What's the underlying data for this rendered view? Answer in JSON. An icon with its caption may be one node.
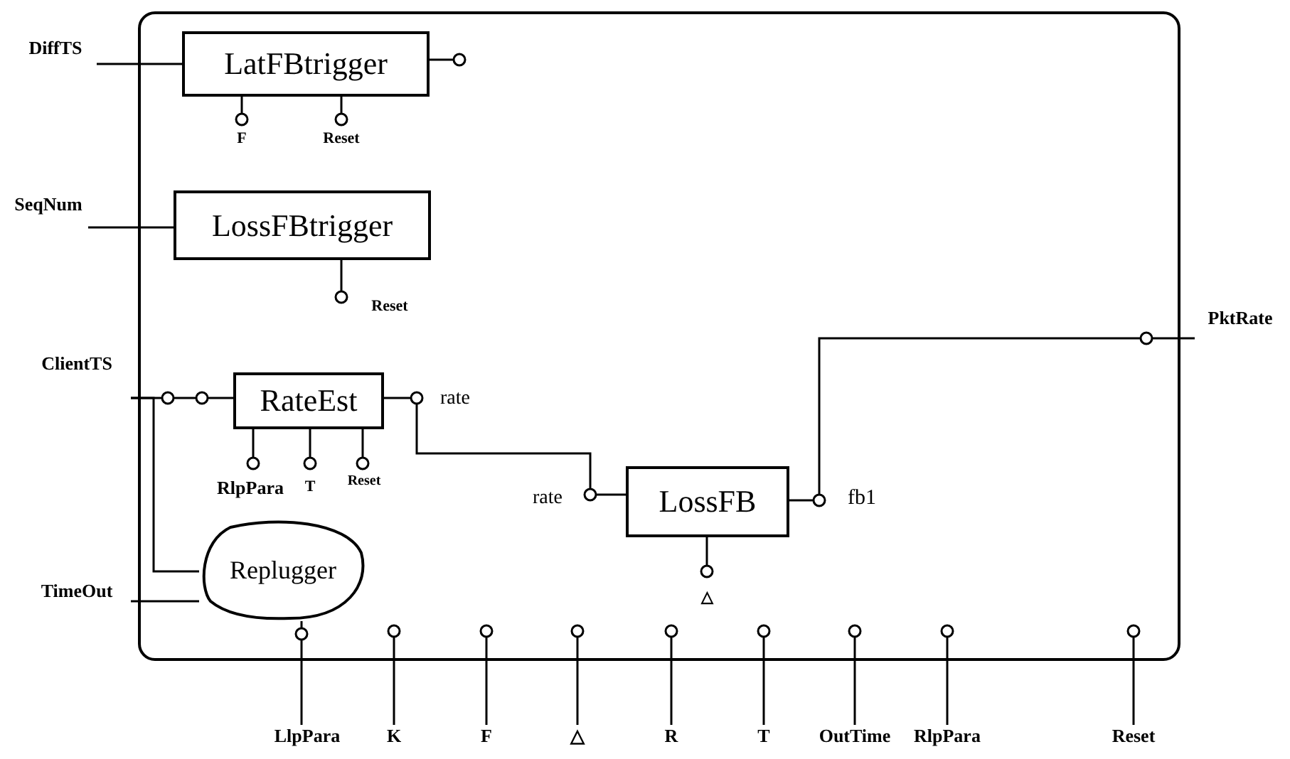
{
  "diagram": {
    "nodes": [
      {
        "text": [],
        "shape": "box"
      },
      {
        "text": [
          "DiffTS"
        ]
      },
      {
        "text": [
          "LatFBtrigger"
        ],
        "in": 0,
        "beside": [
          "F",
          "Reset"
        ]
      },
      {
        "text": [
          "SeqNum"
        ]
      },
      {
        "text": [
          "LossFBtrigger"
        ],
        "in": 0,
        "beside": [
          "Reset"
        ]
      },
      {
        "text": [
          "ClientTS"
        ]
      },
      {
        "text": [
          "RateEst"
        ],
        "in": 0,
        "beside": [
          "RlpPara",
          "T",
          "Reset"
        ]
      },
      {
        "text": [
          "PktRate"
        ]
      },
      {
        "text": [
          "LossFB"
        ],
        "in": 0,
        "beside": [
          "△"
        ]
      },
      {
        "text": [
          "TimeOut"
        ]
      },
      {
        "text": [
          "Replugger"
        ],
        "in": 0
      },
      {
        "text": [
          "LlpPara"
        ]
      },
      {
        "text": [
          "K"
        ]
      },
      {
        "text": [
          "F"
        ]
      },
      {
        "text": [
          "△"
        ]
      },
      {
        "text": [
          "R"
        ]
      },
      {
        "text": [
          "T"
        ]
      },
      {
        "text": [
          "OutTime"
        ]
      },
      {
        "text": [
          "RlpPara"
        ]
      },
      {
        "text": [
          "Reset"
        ]
      }
    ],
    "edges": [
      {
        "from": 1,
        "to": 2,
        "arrow": "none"
      },
      {
        "from": 3,
        "to": 4,
        "arrow": "none"
      },
      {
        "from": 5,
        "to": 6,
        "arrow": "other"
      },
      {
        "from": 5,
        "to": 10,
        "arrow": "none"
      },
      {
        "from": 9,
        "to": 10,
        "arrow": "none"
      },
      {
        "from": 6,
        "to": 8,
        "arrow": "other"
      },
      {
        "from": 8,
        "to": 7,
        "arrow": "other"
      },
      {
        "from": 10,
        "to": 11,
        "arrow": "other"
      },
      {
        "from": 0,
        "to": 12,
        "arrow": "other"
      },
      {
        "from": 0,
        "to": 13,
        "arrow": "other"
      },
      {
        "from": 0,
        "to": 14,
        "arrow": "other"
      },
      {
        "from": 0,
        "to": 15,
        "arrow": "other"
      },
      {
        "from": 0,
        "to": 16,
        "arrow": "other"
      },
      {
        "from": 0,
        "to": 17,
        "arrow": "other"
      },
      {
        "from": 0,
        "to": 18,
        "arrow": "other"
      },
      {
        "from": 0,
        "to": 19,
        "arrow": "other"
      }
    ],
    "labels": [
      "rate",
      "rate",
      "fb1"
    ]
  }
}
